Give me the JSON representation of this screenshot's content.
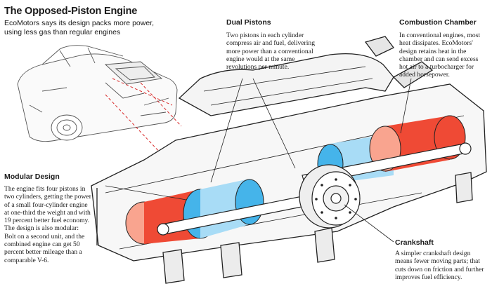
{
  "header": {
    "title": "The Opposed-Piston Engine",
    "subtitle": "EcoMotors says its design packs more power, using less gas than regular engines"
  },
  "callouts": {
    "dual_pistons": {
      "heading": "Dual Pistons",
      "text": "Two pistons in each cylinder compress air and fuel, delivering more power than a conventional engine would at the same revolutions per minute."
    },
    "combustion_chamber": {
      "heading": "Combustion Chamber",
      "text": "In conventional engines, most heat dissipates. EcoMotors' design retains heat in the chamber and can send excess hot air to a turbocharger for added horsepower."
    },
    "modular_design": {
      "heading": "Modular Design",
      "text": "The engine fits four pistons in two cylinders, getting the power of a small four-cylinder engine at one-third the weight and with 19 percent better fuel economy. The design is also modular: Bolt on a second unit, and the combined engine can get 50 percent better mileage than a comparable V-6."
    },
    "crankshaft": {
      "heading": "Crankshaft",
      "text": "A simpler crankshaft design means fewer moving parts; that cuts down on friction and further improves fuel efficiency."
    }
  },
  "colors": {
    "hot": "#ef4a35",
    "hot_light": "#f9a48f",
    "cool": "#45b4ea",
    "cool_light": "#a8dcf6",
    "leader": "#d92b2b",
    "line": "#222222"
  }
}
